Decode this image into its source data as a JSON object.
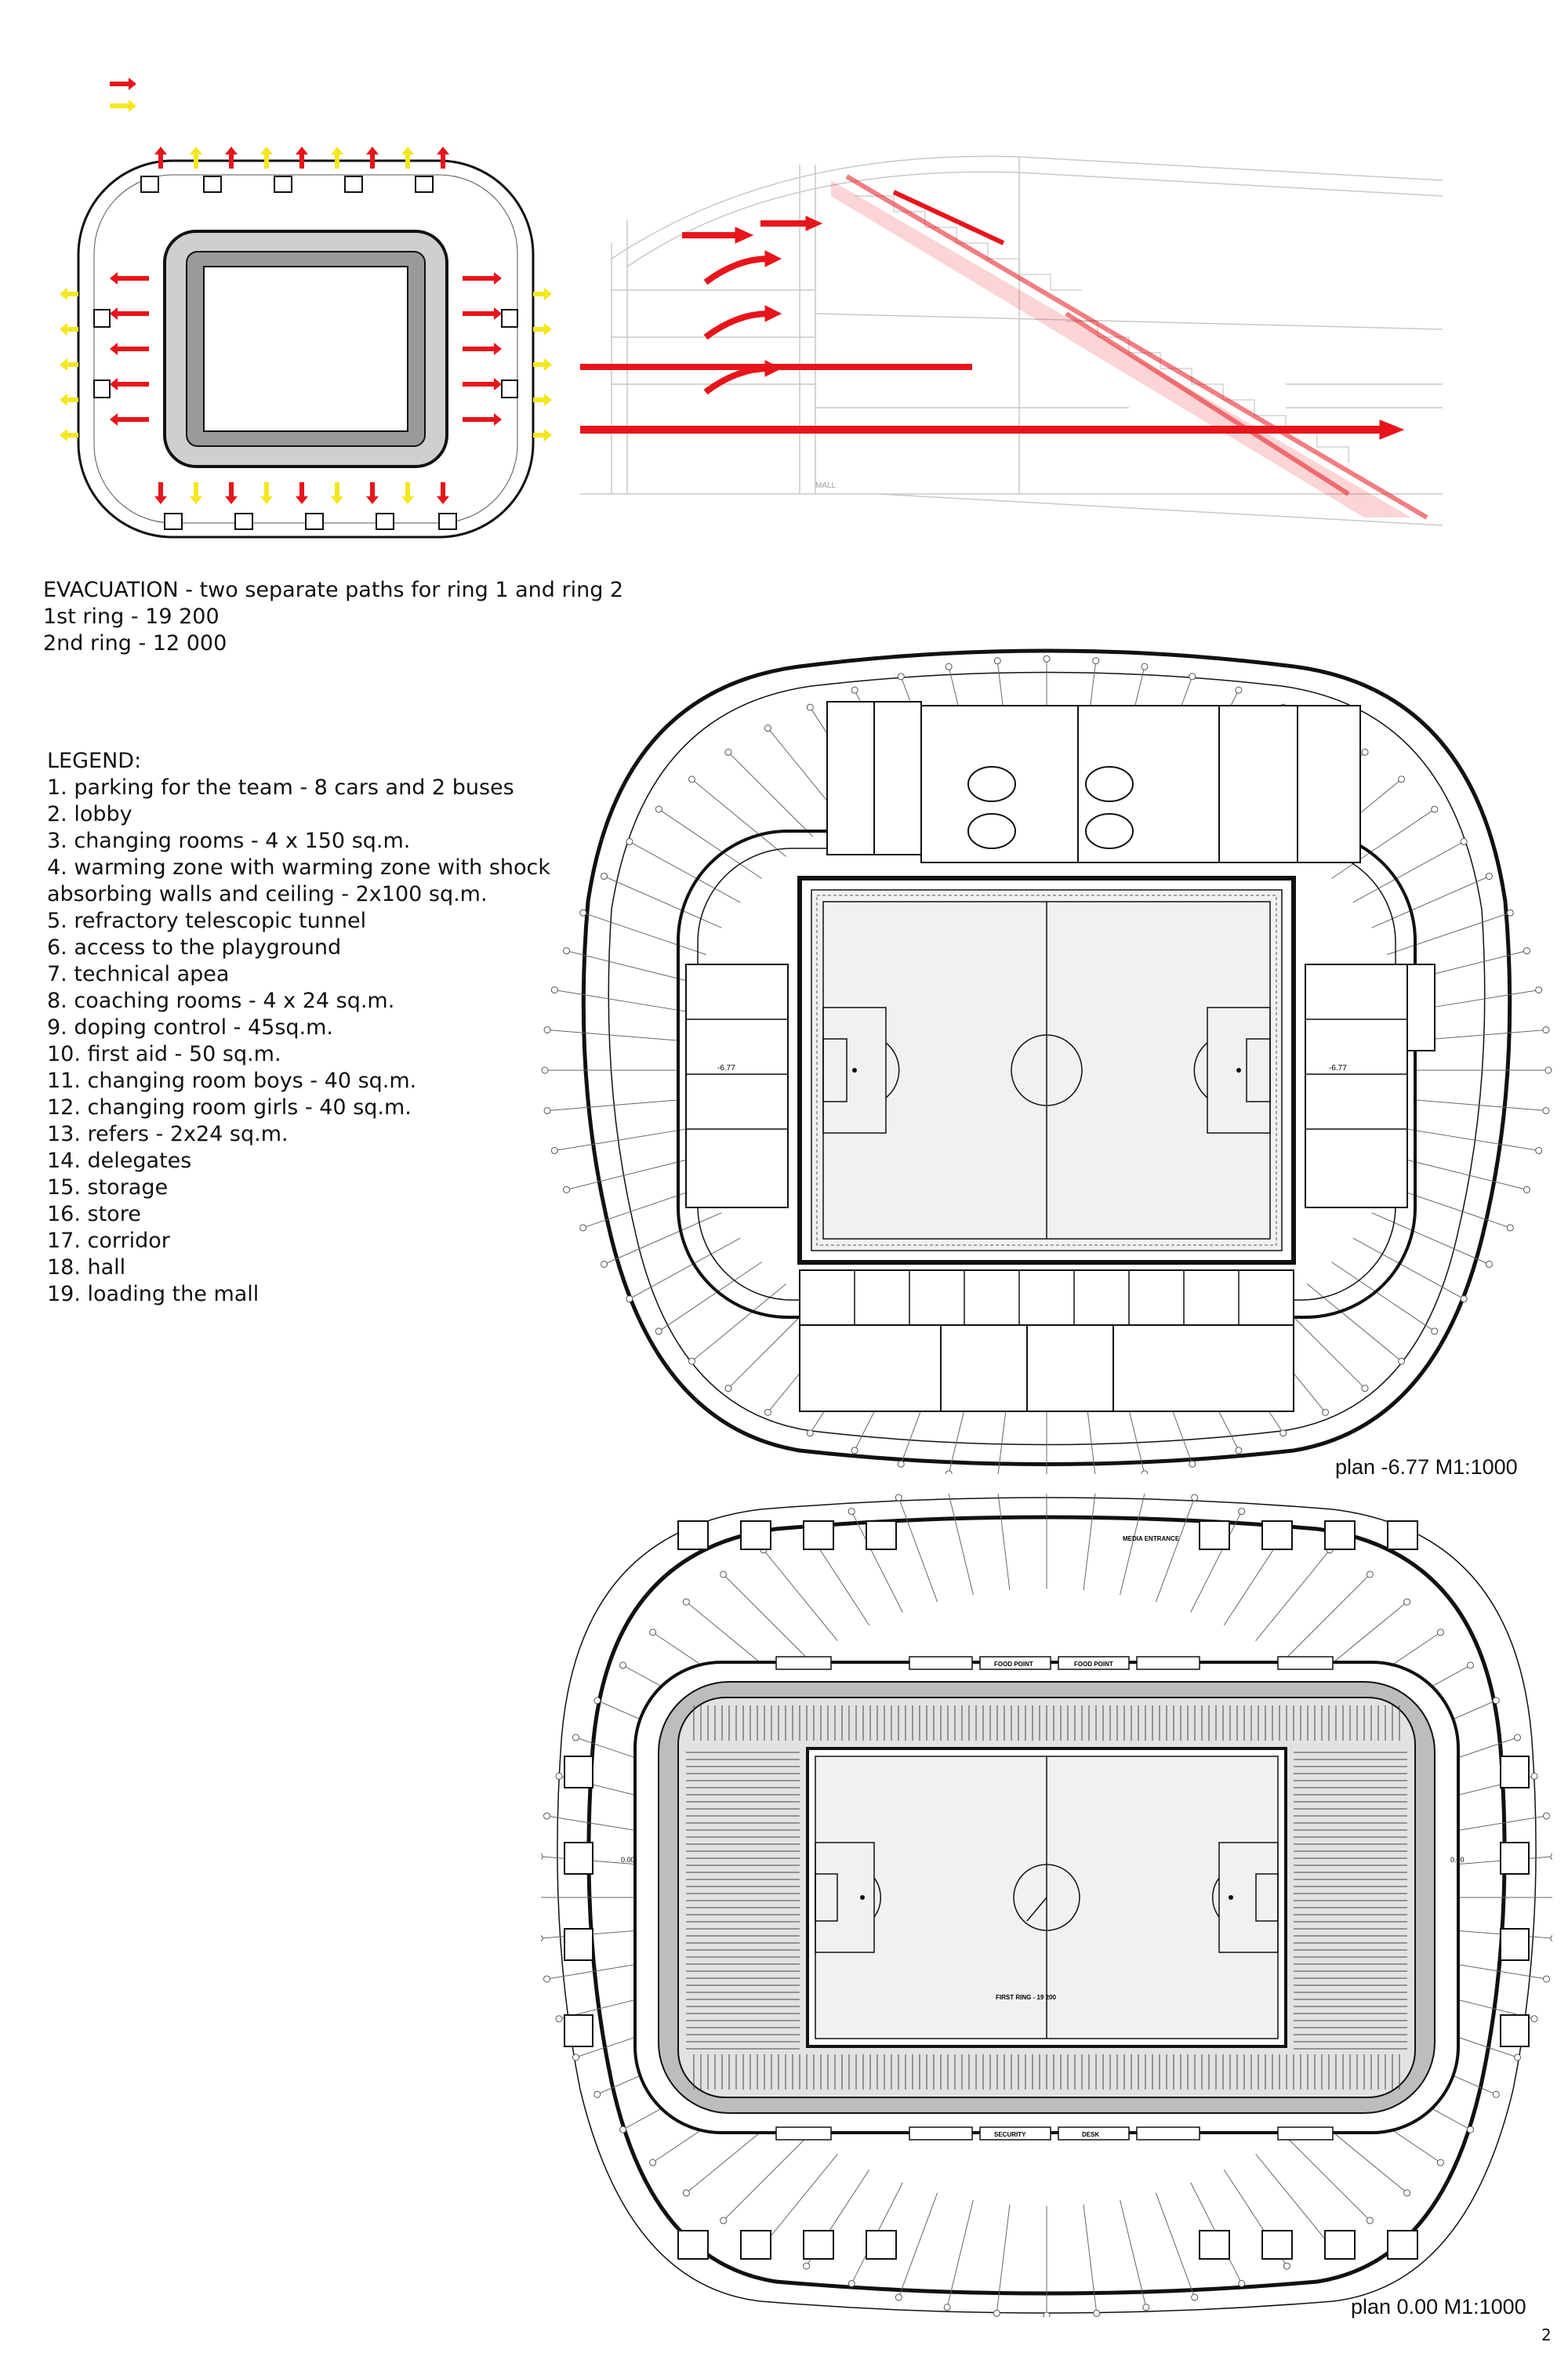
{
  "evacuation": {
    "title": "EVACUATION - two separate paths for ring 1 and ring 2",
    "ring1": "1st ring - 19 200",
    "ring2": "2nd ring - 12 000"
  },
  "section": {
    "mall_label": "MALL"
  },
  "legend": {
    "title": "LEGEND:",
    "items": [
      "1. parking for the team - 8 cars and 2 buses",
      "2. lobby",
      "3. changing rooms - 4 x 150 sq.m.",
      "4. warming zone with warming zone with shock",
      "absorbing walls and ceiling - 2x100 sq.m.",
      "5. refractory telescopic tunnel",
      "6. access to the playground",
      "7. technical apea",
      "8. coaching rooms - 4 x 24 sq.m.",
      "9. doping control - 45sq.m.",
      "10. first aid - 50 sq.m.",
      "11. changing room boys - 40 sq.m.",
      "12. changing room girls - 40 sq.m.",
      "13. refers - 2x24 sq.m.",
      "14. delegates",
      "15. storage",
      "16. store",
      "17. corridor",
      "18. hall",
      "19. loading the mall"
    ]
  },
  "plan1": {
    "label": "plan -6.77 M1:1000",
    "level_mark": "-6.77"
  },
  "plan2": {
    "label": "plan 0.00 M1:1000",
    "level_mark": "0.00",
    "first_ring": "FIRST RING - 19 200",
    "media_entrance": "MEDIA ENTRANCE",
    "food_point": "FOOD POINT",
    "security": "SECURITY",
    "desk": "DESK"
  },
  "page_number": "2",
  "colors": {
    "arrow_red": "#e8141b",
    "arrow_yellow": "#f5e61e",
    "line": "#111111",
    "field": "#f1f1f1"
  }
}
